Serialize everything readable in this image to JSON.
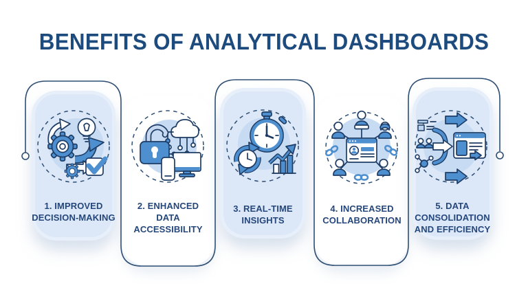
{
  "title": "BENEFITS OF ANALYTICAL DASHBOARDS",
  "palette": {
    "background": "#ffffff",
    "title_navy": "#1d4b7e",
    "label_navy": "#25477b",
    "connector_navy": "#2e4e74",
    "card_fill_blue": "#dce8f8",
    "icon_bg_blue": "#c7dbf3",
    "icon_blue": "#4e8fd0",
    "icon_light_blue": "#bcd4ef",
    "icon_outline_navy": "#1e3c64"
  },
  "cards": [
    {
      "label_lines": [
        "1. IMPROVED",
        "DECISION-MAKING"
      ],
      "icon": "gears-lightbulb-decision-icon",
      "style": "filled"
    },
    {
      "label_lines": [
        "2. ENHANCED",
        "DATA",
        "ACCESSIBILITY"
      ],
      "icon": "lock-cloud-devices-icon",
      "style": "outlined"
    },
    {
      "label_lines": [
        "3. REAL-TIME",
        "INSIGHTS"
      ],
      "icon": "stopwatch-chart-icon",
      "style": "filled"
    },
    {
      "label_lines": [
        "4. INCREASED",
        "COLLABORATION"
      ],
      "icon": "team-collaboration-icon",
      "style": "outlined"
    },
    {
      "label_lines": [
        "5. DATA",
        "CONSOLIDATION",
        "AND EFFICIENCY"
      ],
      "icon": "data-merge-arrows-icon",
      "style": "filled"
    }
  ]
}
